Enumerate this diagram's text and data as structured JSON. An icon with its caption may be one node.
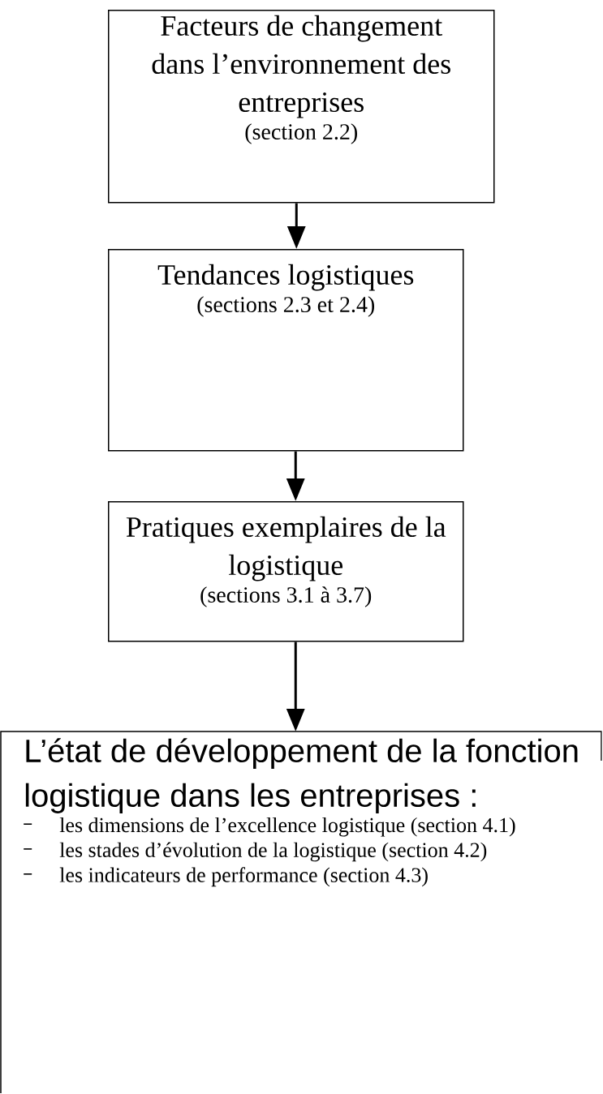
{
  "diagram": {
    "nodes": [
      {
        "text": [
          "Facteurs de changement dans l’environnement des entreprises",
          "(section 2.2)"
        ]
      },
      {
        "text": [
          "Tendances logistiques",
          "(sections 2.3 et 2.4)"
        ]
      },
      {
        "text": [
          "Pratiques exemplaires de la logistique",
          "(sections 3.1 à 3.7)"
        ]
      },
      {
        "text": [
          "L’état de développement de la fonction logistique dans les entreprises :",
          "les dimensions de l’excellence logistique (section 4.1)",
          "les stades d’évolution de la logistique (section 4.2)",
          "les indicateurs de performance (section 4.3)"
        ]
      }
    ],
    "edges": [
      {
        "from": 0,
        "to": 1,
        "arrow": "to"
      },
      {
        "from": 1,
        "to": 2,
        "arrow": "to"
      },
      {
        "from": 2,
        "to": 3,
        "arrow": "to"
      }
    ]
  }
}
